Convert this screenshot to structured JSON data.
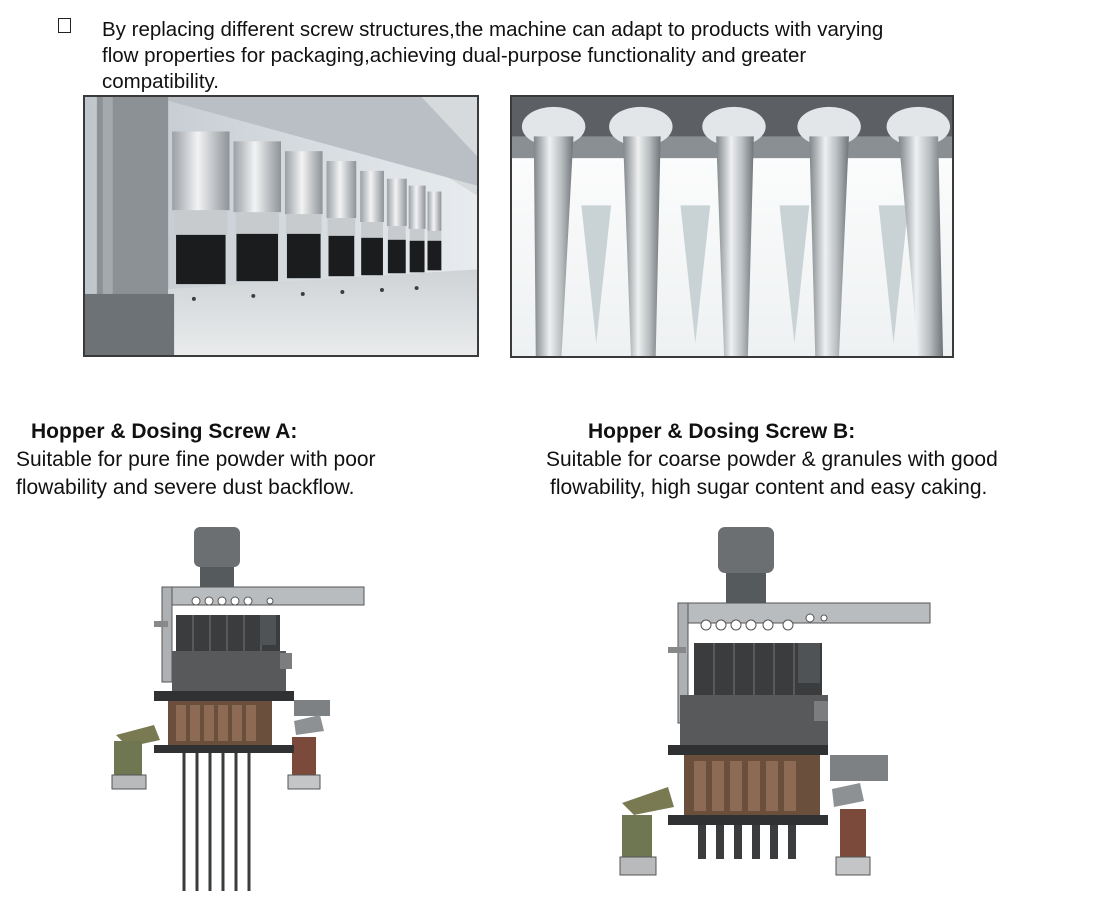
{
  "intro": {
    "bullet_icon": "square-bullet-icon",
    "text": "By replacing different screw structures,the machine can adapt to products with varying flow properties for packaging,achieving dual-purpose functionality and greater compatibility."
  },
  "photos": [
    {
      "icon": "screw-motor-row-photo"
    },
    {
      "icon": "filling-nozzles-photo"
    }
  ],
  "options": [
    {
      "heading": "Hopper & Dosing Screw A:",
      "description_line1": "Suitable for pure fine powder with poor",
      "description_line2": "flowability and severe dust backflow.",
      "diagram_icon": "dosing-machine-a-diagram"
    },
    {
      "heading": "Hopper & Dosing Screw B:",
      "description_line1": "Suitable for coarse powder & granules with good",
      "description_line2": "flowability, high sugar content and easy caking.",
      "diagram_icon": "dosing-machine-b-diagram"
    }
  ]
}
